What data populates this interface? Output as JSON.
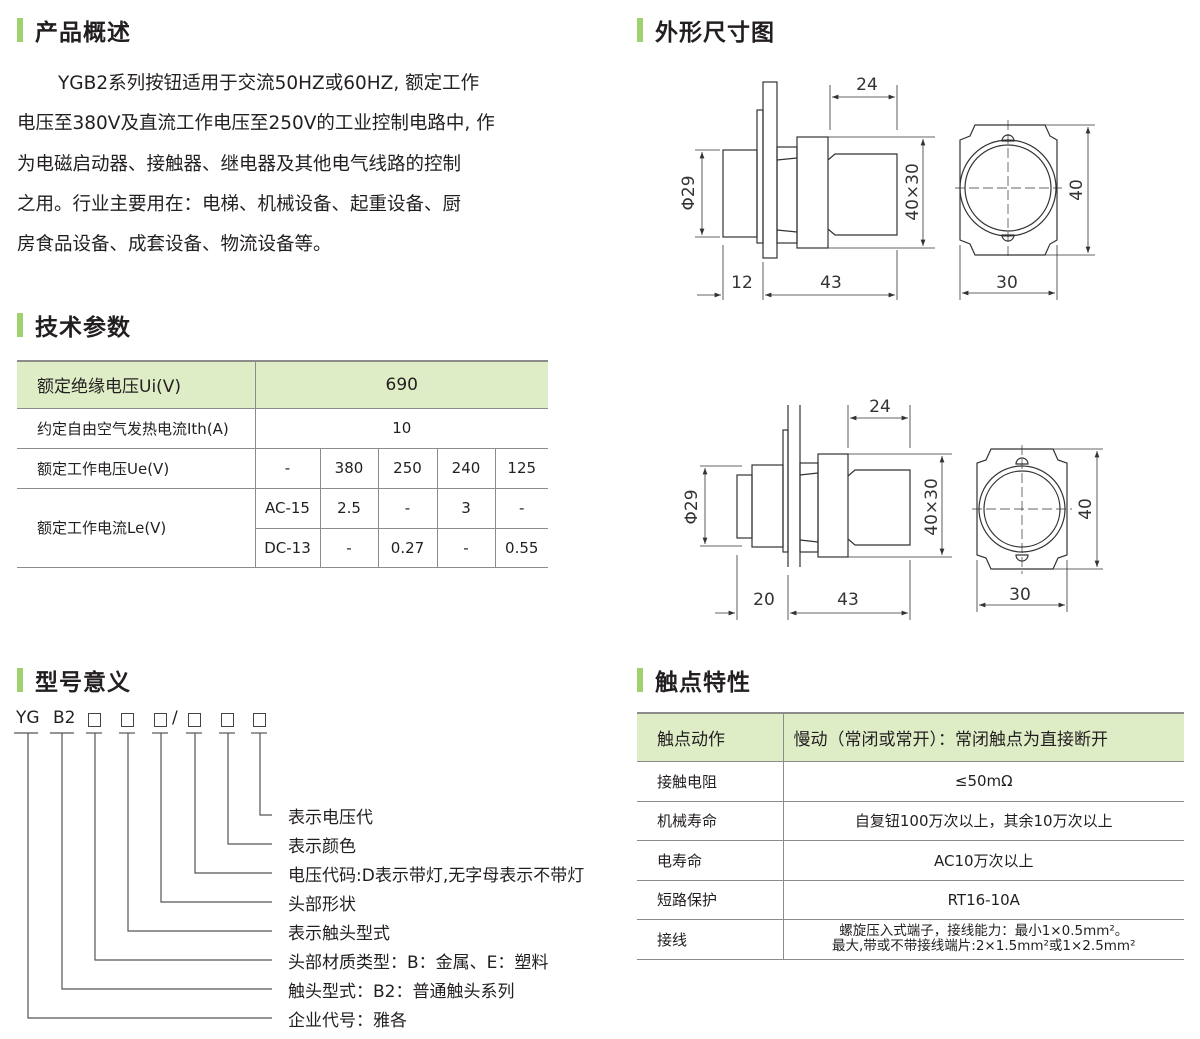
{
  "sections": {
    "overview": "产品概述",
    "params": "技术参数",
    "model": "型号意义",
    "dimensions": "外形尺寸图",
    "contact": "触点特性"
  },
  "overview_lines": [
    "YGB2系列按钮适用于交流50HZ或60HZ, 额定工作",
    "电压至380V及直流工作电压至250V的工业控制电路中, 作",
    "为电磁启动器、接触器、继电器及其他电气线路的控制",
    "之用。行业主要用在：电梯、机械设备、起重设备、厨",
    "房食品设备、成套设备、物流设备等。"
  ],
  "params_table": {
    "ui_label": "额定绝缘电压Ui(V)",
    "ui_value": "690",
    "ith_label": "约定自由空气发热电流Ith(A)",
    "ith_value": "10",
    "ue_label": "额定工作电压Ue(V)",
    "ue_values": [
      "-",
      "380",
      "250",
      "240",
      "125"
    ],
    "le_label": "额定工作电流Le(V)",
    "ac": {
      "name": "AC-15",
      "values": [
        "2.5",
        "-",
        "3",
        "-"
      ]
    },
    "dc": {
      "name": "DC-13",
      "values": [
        "-",
        "0.27",
        "-",
        "0.55"
      ]
    }
  },
  "model": {
    "codes": [
      "YG",
      "B2",
      "/"
    ],
    "labels": [
      "表示电压代",
      "表示颜色",
      "电压代码:D表示带灯,无字母表示不带灯",
      "头部形状",
      "表示触头型式",
      "头部材质类型：B：金属、E：塑料",
      "触头型式：B2：普通触头系列",
      "企业代号：雅各"
    ]
  },
  "dimensions": {
    "drawing1": {
      "top": "24",
      "height": "40×30",
      "dia": "Φ29",
      "front": "12",
      "body": "43",
      "face_w": "30",
      "face_h": "40"
    },
    "drawing2": {
      "top": "24",
      "height": "40×30",
      "dia": "Φ29",
      "front": "20",
      "body": "43",
      "face_w": "30",
      "face_h": "40"
    }
  },
  "contact_table": {
    "header": [
      "触点动作",
      "慢动（常闭或常开）：常闭触点为直接断开"
    ],
    "rows": [
      [
        "接触电阻",
        "≤50mΩ"
      ],
      [
        "机械寿命",
        "自复钮100万次以上，其余10万次以上"
      ],
      [
        "电寿命",
        "AC10万次以上"
      ],
      [
        "短路保护",
        "RT16-10A"
      ],
      [
        "接线",
        "螺旋压入式端子，接线能力：最小1×0.5mm²。",
        "最大,带或不带接线端片:2×1.5mm²或1×2.5mm²"
      ]
    ]
  },
  "colors": {
    "accent": "#9fd16e",
    "header_bg": "#deedc6",
    "rule": "#8c8c8c"
  }
}
